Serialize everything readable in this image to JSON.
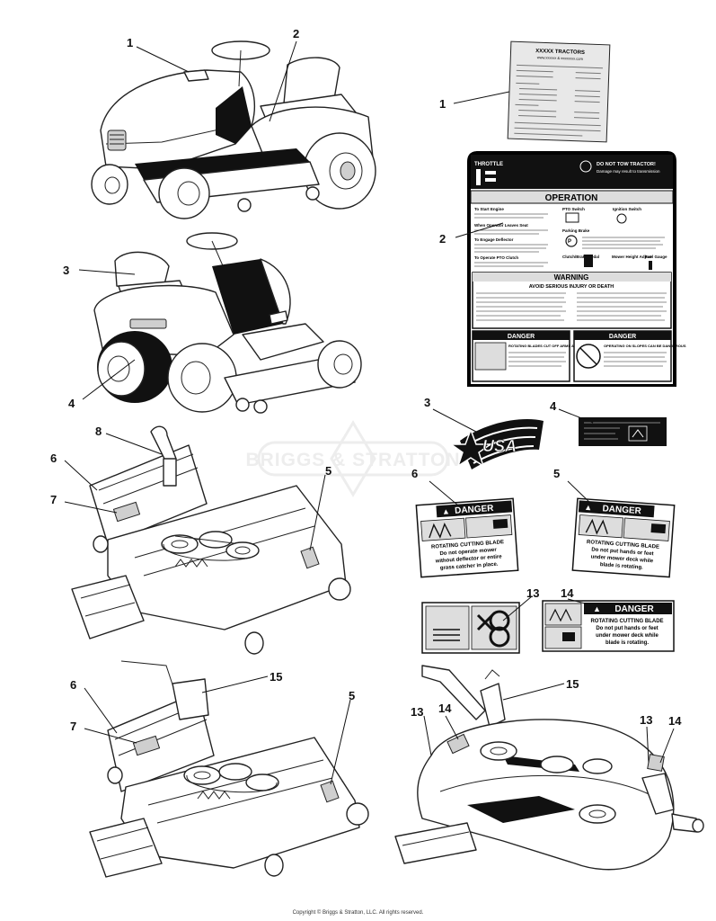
{
  "watermark": "BRIGGS & STRATTON",
  "copyright": "Copyright © Briggs & Stratton, LLC. All rights reserved.",
  "callouts": {
    "tractor_front_1": "1",
    "tractor_front_2": "2",
    "tractor_rear_3": "3",
    "tractor_rear_4": "4",
    "deck1_8": "8",
    "deck1_6": "6",
    "deck1_7": "7",
    "deck1_5": "5",
    "deck2_6": "6",
    "deck2_7": "7",
    "deck2_15": "15",
    "deck2_5": "5",
    "decal_1": "1",
    "decal_2": "2",
    "decal_3": "3",
    "decal_4": "4",
    "decal_6": "6",
    "decal_5": "5",
    "decal_13": "13",
    "decal_14": "14",
    "deck3_15": "15",
    "deck3_13a": "13",
    "deck3_14a": "14",
    "deck3_13b": "13",
    "deck3_14b": "14"
  },
  "decal_operation": {
    "throttle": "THROTTLE",
    "do_not_tow": "DO NOT TOW TRACTOR!",
    "do_not_tow_sub": "Damage may result to transmission",
    "title": "OPERATION",
    "to_start": "To Start Engine",
    "when_leaving": "When Operator Leaves Seat",
    "to_engage": "To Engage Deflector",
    "to_operate_pto": "To Operate PTO Clutch",
    "pto_switch": "PTO Switch",
    "parking_brake": "Parking Brake",
    "ignition_switch": "Ignition Switch",
    "clutch_brake": "Clutch/Brake Pedal",
    "mower_height": "Mower Height Adjust",
    "fuel_gauge": "Fuel Gauge",
    "warning": "WARNING",
    "avoid": "AVOID SERIOUS INJURY OR DEATH",
    "danger_left": "DANGER",
    "danger_right": "DANGER",
    "danger_left_text": "ROTATING BLADES CUT OFF ARMS AND LEGS",
    "danger_right_text": "OPERATING ON SLOPES CAN BE DANGEROUS"
  },
  "decal_hours": {
    "title": "XXXXX TRACTORS",
    "subtitle": "www.xxxxxx & xxxxxxxx.com"
  },
  "decal_usa": "USA",
  "decal_danger_6": {
    "header": "DANGER",
    "line1": "ROTATING CUTTING BLADE",
    "line2": "Do not operate mower",
    "line3": "without deflector or entire",
    "line4": "grass catcher in place."
  },
  "decal_danger_5": {
    "header": "DANGER",
    "line1": "ROTATING CUTTING BLADE",
    "line2": "Do not put hands or feet",
    "line3": "under mower deck while",
    "line4": "blade is rotating."
  },
  "decal_danger_14": {
    "header": "DANGER",
    "line1": "ROTATING CUTTING BLADE",
    "line2": "Do not put hands or feet",
    "line3": "under mower deck while",
    "line4": "blade is rotating."
  }
}
